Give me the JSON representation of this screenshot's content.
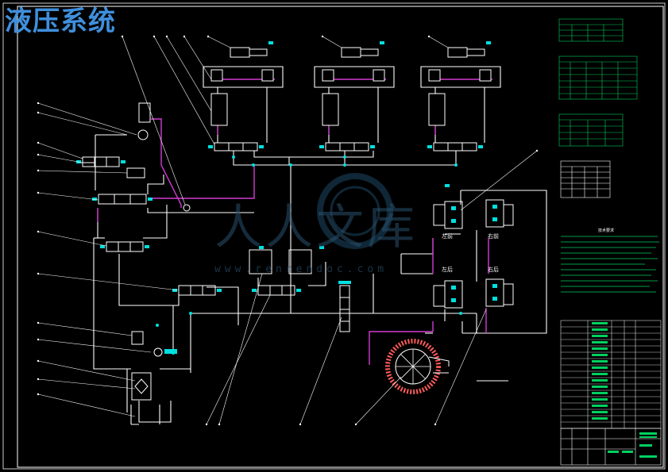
{
  "drawing": {
    "title": "液压系统",
    "colors": {
      "background": "#000000",
      "line": "#ffffff",
      "hydraulic_line": "#d23cd2",
      "component": "#00e0e0",
      "table": "#00d060",
      "title_text": "#3f8fdc"
    }
  },
  "watermark": {
    "text": "人人文库",
    "url": "www.renrendoc.com"
  },
  "components": {
    "front_left": "左前",
    "front_right": "右前",
    "rear_left": "左后",
    "rear_right": "右后"
  },
  "notes": {
    "tech_title": "技术要求"
  },
  "icons": {
    "pump": "pump-symbol-icon",
    "motor": "rotary-motor-icon",
    "valve": "directional-valve-icon",
    "cylinder": "hydraulic-cylinder-icon"
  }
}
